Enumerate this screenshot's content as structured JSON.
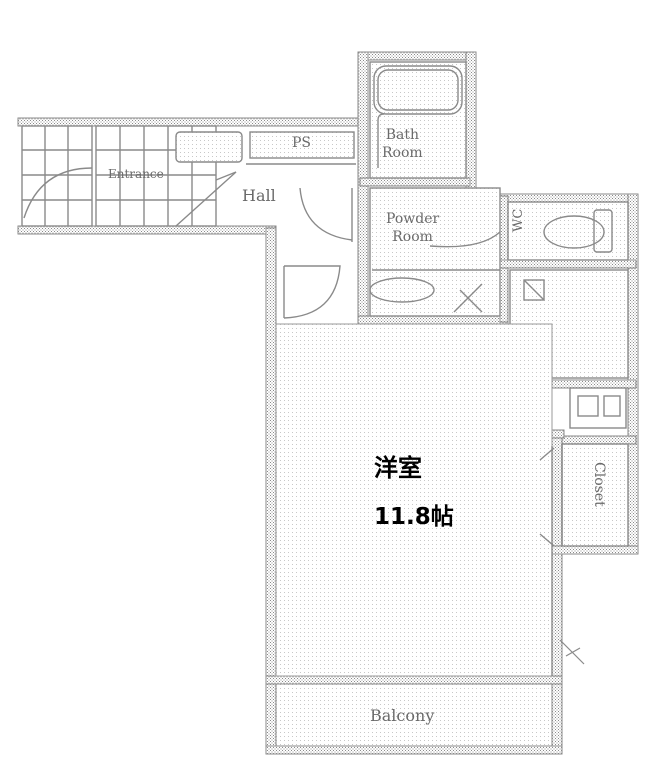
{
  "room": {
    "name": "洋室",
    "size": "11.8帖"
  },
  "labels": {
    "entrance": "Entrance",
    "ps": "PS",
    "hall": "Hall",
    "bath_room": "Bath\nRoom",
    "powder_room": "Powder\nRoom",
    "wc": "WC",
    "closet": "Closet",
    "balcony": "Balcony"
  },
  "colors": {
    "wall": "#9a9a9a",
    "line": "#7a7a7a",
    "text": "#6a6a6a",
    "main_text": "#000000"
  }
}
